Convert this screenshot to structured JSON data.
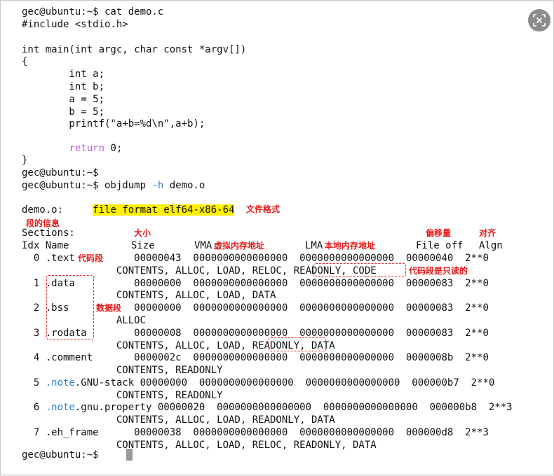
{
  "terminal": {
    "prompt": "gec@ubuntu:~$",
    "cmd_cat": " cat demo.c",
    "code": {
      "include": "#include <stdio.h>",
      "main_sig": "int main(int argc, char const *argv[])",
      "open_brace": "{",
      "decl_a": "        int a;",
      "decl_b": "        int b;",
      "assign_a": "        a = 5;",
      "assign_b": "        b = 5;",
      "printf": "        printf(\"a+b=%d\\n\",a+b);",
      "return_indent": "        ",
      "return_kw": "return",
      "return_rest": " 0;",
      "close_brace": "}"
    },
    "cmd_objdump_pre": " objdump ",
    "cmd_objdump_flag": "-h",
    "cmd_objdump_post": " demo.o",
    "file_line_pre": "demo.o:     ",
    "file_line_hl": "file format elf64-x86-64",
    "sections_label": "Sections:",
    "header": {
      "idx": "Idx Name",
      "size": "Size",
      "vma": "VMA",
      "lma": "LMA",
      "fileoff": "File off",
      "algn": "Algn"
    },
    "sections": [
      {
        "row": "  0 .text",
        "row2": "     00000043  0000000000000000  0000000000000000  00000040  2**0",
        "flags": "CONTENTS, ALLOC, LOAD, RELOC, READONLY, CODE"
      },
      {
        "row": "  1 .data          00000000  0000000000000000  0000000000000000  00000083  2**0",
        "flags": "CONTENTS, ALLOC, LOAD, DATA"
      },
      {
        "row": "  2 .bss           00000000  0000000000000000  0000000000000000  00000083  2**0",
        "flags": "ALLOC"
      },
      {
        "row": "  3 .rodata        00000008  0000000000000000  0000000000000000  00000083  2**0",
        "flags": "CONTENTS, ALLOC, LOAD, READONLY, DATA"
      },
      {
        "row": "  4 .comment       0000002c  0000000000000000  0000000000000000  0000008b  2**0",
        "flags": "CONTENTS, READONLY"
      },
      {
        "row_idx": "  5 ",
        "row_note": ".note",
        "row_rest": ".GNU-stack 00000000  0000000000000000  0000000000000000  000000b7  2**0",
        "flags": "CONTENTS, READONLY"
      },
      {
        "row_idx": "  6 ",
        "row_note": ".note",
        "row_rest": ".gnu.property 00000020  0000000000000000  0000000000000000  000000b8  2**3",
        "flags": "CONTENTS, ALLOC, LOAD, READONLY, DATA"
      },
      {
        "row": "  7 .eh_frame      00000038  0000000000000000  0000000000000000  000000d8  2**3",
        "flags": "CONTENTS, ALLOC, LOAD, RELOC, READONLY, DATA"
      }
    ],
    "flags_indent": "                "
  },
  "annotations": {
    "file_format": "文件格式",
    "section_info": "段的信息",
    "size": "大小",
    "vma": "虚拟内存地址",
    "lma": "本地内存地址",
    "file_offset": "偏移量",
    "align": "对齐",
    "code_segment": "代码段",
    "code_readonly": "代码段是只读的",
    "data_segment": "数据段"
  },
  "toolbar": {
    "crop_icon": "crop-icon"
  },
  "colors": {
    "keyword": "#b55ad8",
    "option": "#2e7fd6",
    "highlight": "#ffef00",
    "annotation": "#e21a1a"
  }
}
